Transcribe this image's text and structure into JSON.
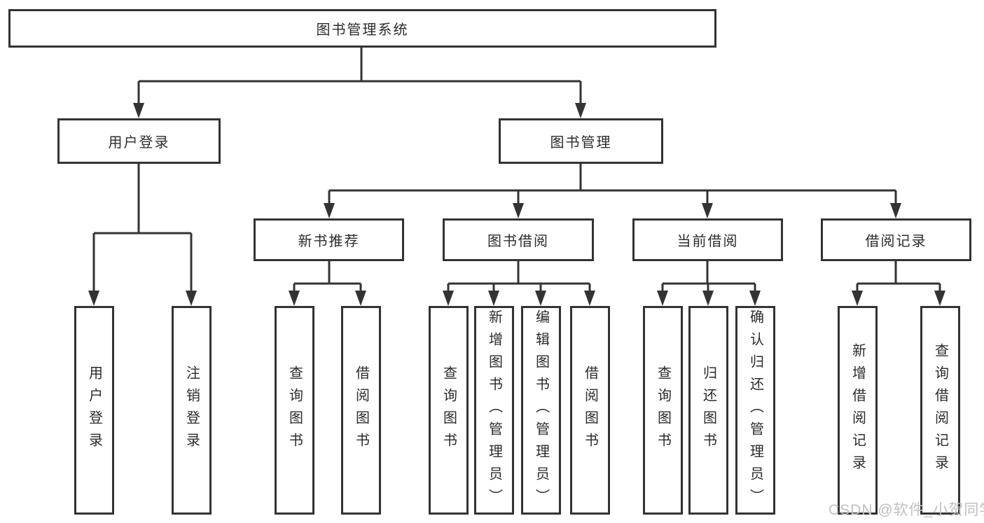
{
  "diagram": {
    "root": {
      "label": "图书管理系统",
      "children": [
        {
          "label": "用户登录",
          "children": [
            {
              "label": "用户登录"
            },
            {
              "label": "注销登录"
            }
          ]
        },
        {
          "label": "图书管理",
          "children": [
            {
              "label": "新书推荐",
              "children": [
                {
                  "label": "查询图书"
                },
                {
                  "label": "借阅图书"
                }
              ]
            },
            {
              "label": "图书借阅",
              "children": [
                {
                  "label": "查询图书"
                },
                {
                  "label": "新增图书（管理员）"
                },
                {
                  "label": "编辑图书（管理员）"
                },
                {
                  "label": "借阅图书"
                }
              ]
            },
            {
              "label": "当前借阅",
              "children": [
                {
                  "label": "查询图书"
                },
                {
                  "label": "归还图书"
                },
                {
                  "label": "确认归还（管理员）"
                }
              ]
            },
            {
              "label": "借阅记录",
              "children": [
                {
                  "label": "新增借阅记录"
                },
                {
                  "label": "查询借阅记录"
                }
              ]
            }
          ]
        }
      ]
    }
  },
  "watermark": {
    "text": "CSDN @软件_小贺同学"
  },
  "colors": {
    "line": "#333333",
    "border": "#333333",
    "text": "#2b2b2b",
    "watermark": "#c0c0c0",
    "background": "#ffffff"
  }
}
